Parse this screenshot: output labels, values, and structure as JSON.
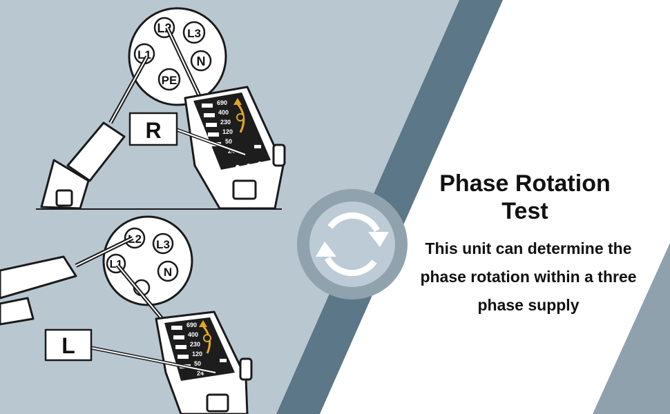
{
  "colors": {
    "panel_bg": "#b9c7d1",
    "stripe": "#5c7787",
    "corner": "#8fa1ad",
    "badge_ring": "#90a2ae",
    "badge_inner": "#bccbd5",
    "ink": "#111111"
  },
  "icon": "rotation-arrows-icon",
  "upper_diagram": {
    "marker": "R",
    "socket": [
      "L2",
      "L3",
      "L1",
      "N",
      "PE"
    ],
    "scale": [
      "690",
      "400",
      "230",
      "120",
      "50",
      "24"
    ]
  },
  "lower_diagram": {
    "marker": "L",
    "socket": [
      "L2",
      "L3",
      "L1",
      "N"
    ],
    "scale": [
      "690",
      "400",
      "230",
      "120",
      "50",
      "24"
    ]
  },
  "title": "Phase Rotation Test",
  "description": "This unit can determine the phase rotation within a three phase supply"
}
